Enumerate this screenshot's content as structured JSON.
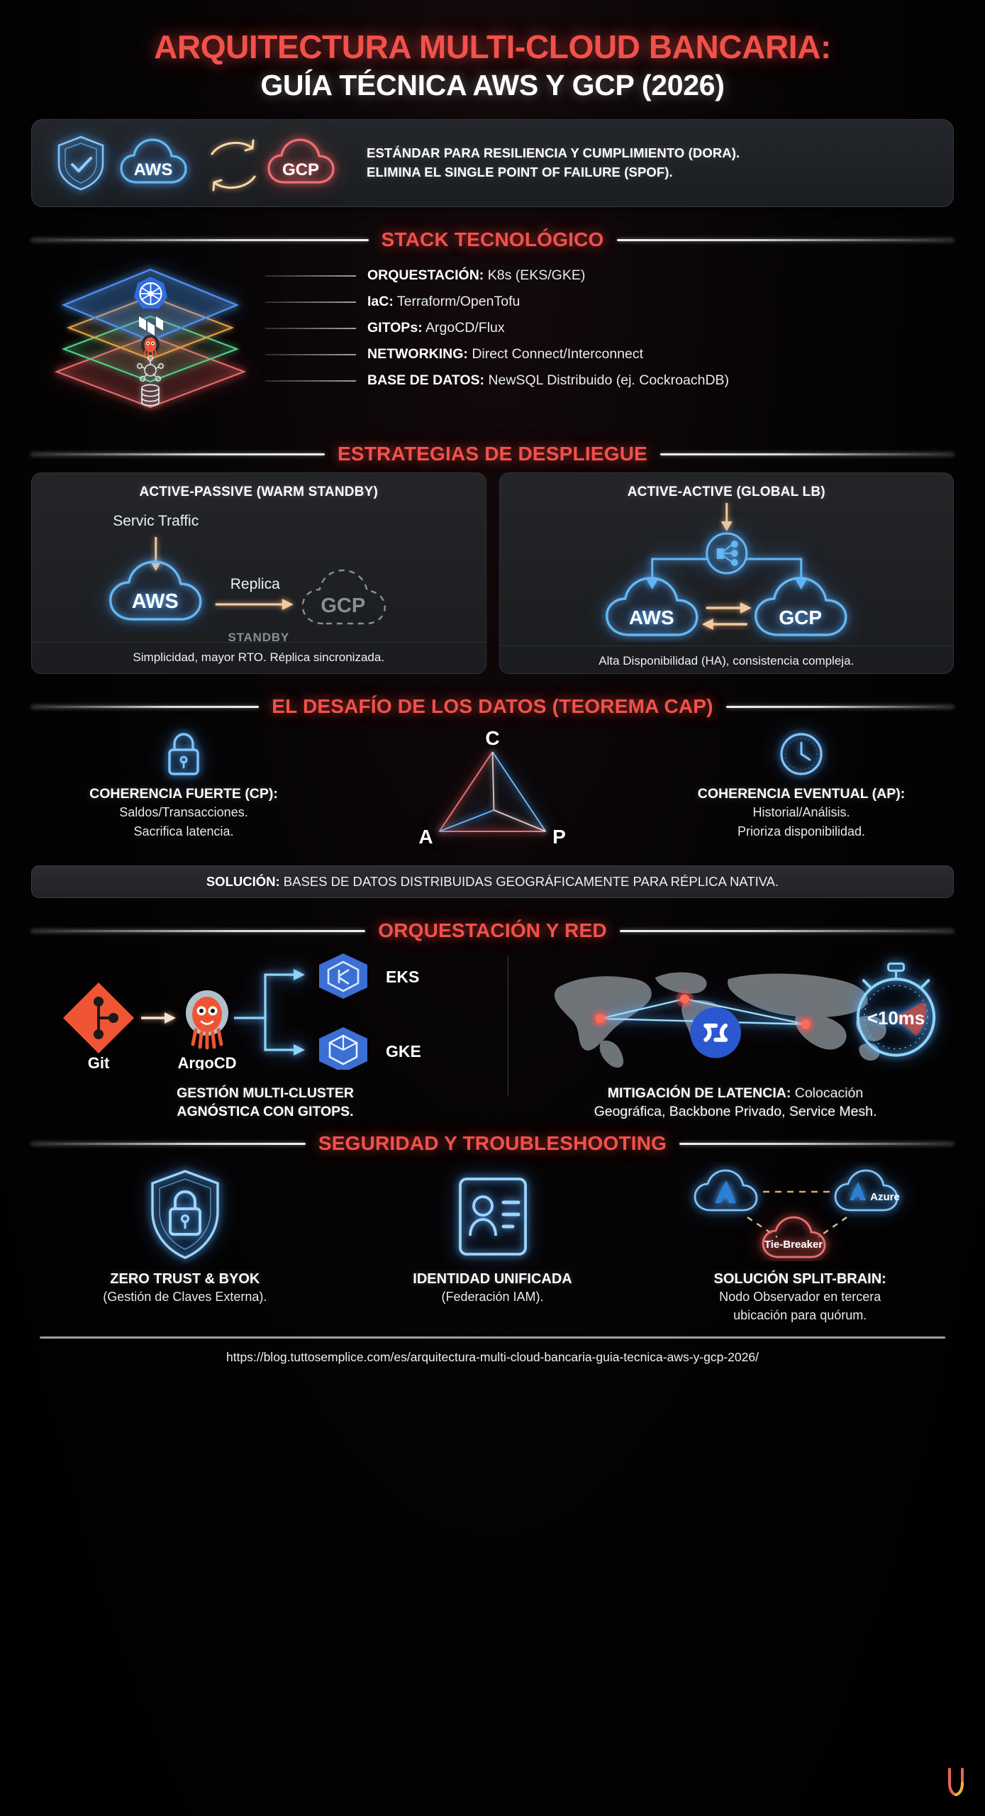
{
  "title": {
    "line1": "ARQUITECTURA MULTI-CLOUD BANCARIA:",
    "line2": "GUÍA TÉCNICA AWS Y GCP (2026)",
    "accent_color": "#f2514b"
  },
  "hero": {
    "shield_icon": "shield-check-icon",
    "cloud_left": "AWS",
    "cloud_right": "GCP",
    "line1": "ESTÁNDAR PARA RESILIENCIA Y CUMPLIMIENTO (DORA).",
    "line2": "ELIMINA EL SINGLE POINT OF FAILURE (SPOF)."
  },
  "sections": {
    "stack": "STACK TECNOLÓGICO",
    "strategies": "ESTRATEGIAS DE DESPLIEGUE",
    "cap": "EL DESAFÍO DE LOS DATOS (TEOREMA CAP)",
    "orch": "ORQUESTACIÓN Y RED",
    "security": "SEGURIDAD Y TROUBLESHOOTING"
  },
  "stack": {
    "layers": [
      {
        "color": "#4f8ef7",
        "icon": "kubernetes-icon",
        "label": "ORQUESTACIÓN:",
        "value": "K8s (EKS/GKE)"
      },
      {
        "color": "#e8a13a",
        "icon": "terraform-icon",
        "label": "IaC:",
        "value": "Terraform/OpenTofu"
      },
      {
        "color": "#4fd08a",
        "icon": "argocd-icon",
        "label": "GITOPs:",
        "value": "ArgoCD/Flux"
      },
      {
        "color": "#e86a6a",
        "icon": "network-icon",
        "label": "NETWORKING:",
        "value": "Direct Connect/Interconnect"
      },
      {
        "color": "#e86a6a",
        "icon": "database-icon",
        "label": "BASE DE DATOS:",
        "value": "NewSQL Distribuido (ej. CockroachDB)"
      }
    ]
  },
  "strategies": [
    {
      "title": "ACTIVE-PASSIVE (WARM STANDBY)",
      "traffic_label": "Servic Traffic",
      "replica_label": "Replica",
      "primary_cloud": "AWS",
      "standby_cloud": "GCP",
      "standby_badge": "STANDBY",
      "footer": "Simplicidad, mayor RTO. Réplica sincronizada."
    },
    {
      "title": "ACTIVE-ACTIVE (GLOBAL LB)",
      "lb_icon": "load-balancer-icon",
      "left_cloud": "AWS",
      "right_cloud": "GCP",
      "footer": "Alta Disponibilidad (HA), consistencia compleja."
    }
  ],
  "cap": {
    "left": {
      "icon": "lock-icon",
      "heading": "COHERENCIA FUERTE (CP):",
      "line1": "Saldos/Transacciones.",
      "line2": "Sacrifica latencia."
    },
    "right": {
      "icon": "clock-icon",
      "heading": "COHERENCIA EVENTUAL (AP):",
      "line1": "Historial/Análisis.",
      "line2": "Prioriza disponibilidad."
    },
    "triangle": {
      "top": "C",
      "bottom_left": "A",
      "bottom_right": "P"
    },
    "solution_label": "SOLUCIÓN:",
    "solution_text": " BASES DE DATOS DISTRIBUIDAS GEOGRÁFICAMENTE PARA RÉPLICA NATIVA."
  },
  "orchestration": {
    "left": {
      "git_label": "Git",
      "argocd_label": "ArgoCD",
      "target_1": "EKS",
      "target_2": "GKE",
      "caption_line1": "GESTIÓN MULTI-CLUSTER",
      "caption_line2": "AGNÓSTICA CON GITOPS."
    },
    "right": {
      "latency_badge": "<10ms",
      "caption_label": "MITIGACIÓN DE LATENCIA:",
      "caption_rest": " Colocación",
      "caption_line2": "Geográfica, Backbone Privado, Service Mesh."
    }
  },
  "security": [
    {
      "icon": "shield-lock-icon",
      "heading": "ZERO TRUST & BYOK",
      "sub": "(Gestión de Claves Externa)."
    },
    {
      "icon": "id-card-icon",
      "heading": "IDENTIDAD UNIFICADA",
      "sub": "(Federación IAM)."
    },
    {
      "icon": "split-brain-icon",
      "heading": "SOLUCIÓN SPLIT-BRAIN:",
      "sub": "Nodo Observador en tercera",
      "sub2": "ubicación para quórum.",
      "node_left": "",
      "node_right": "Azure",
      "tie_breaker": "Tie-Breaker"
    }
  ],
  "footer": {
    "url": "https://blog.tuttosemplice.com/es/arquitectura-multi-cloud-bancaria-guia-tecnica-aws-y-gcp-2026/"
  }
}
